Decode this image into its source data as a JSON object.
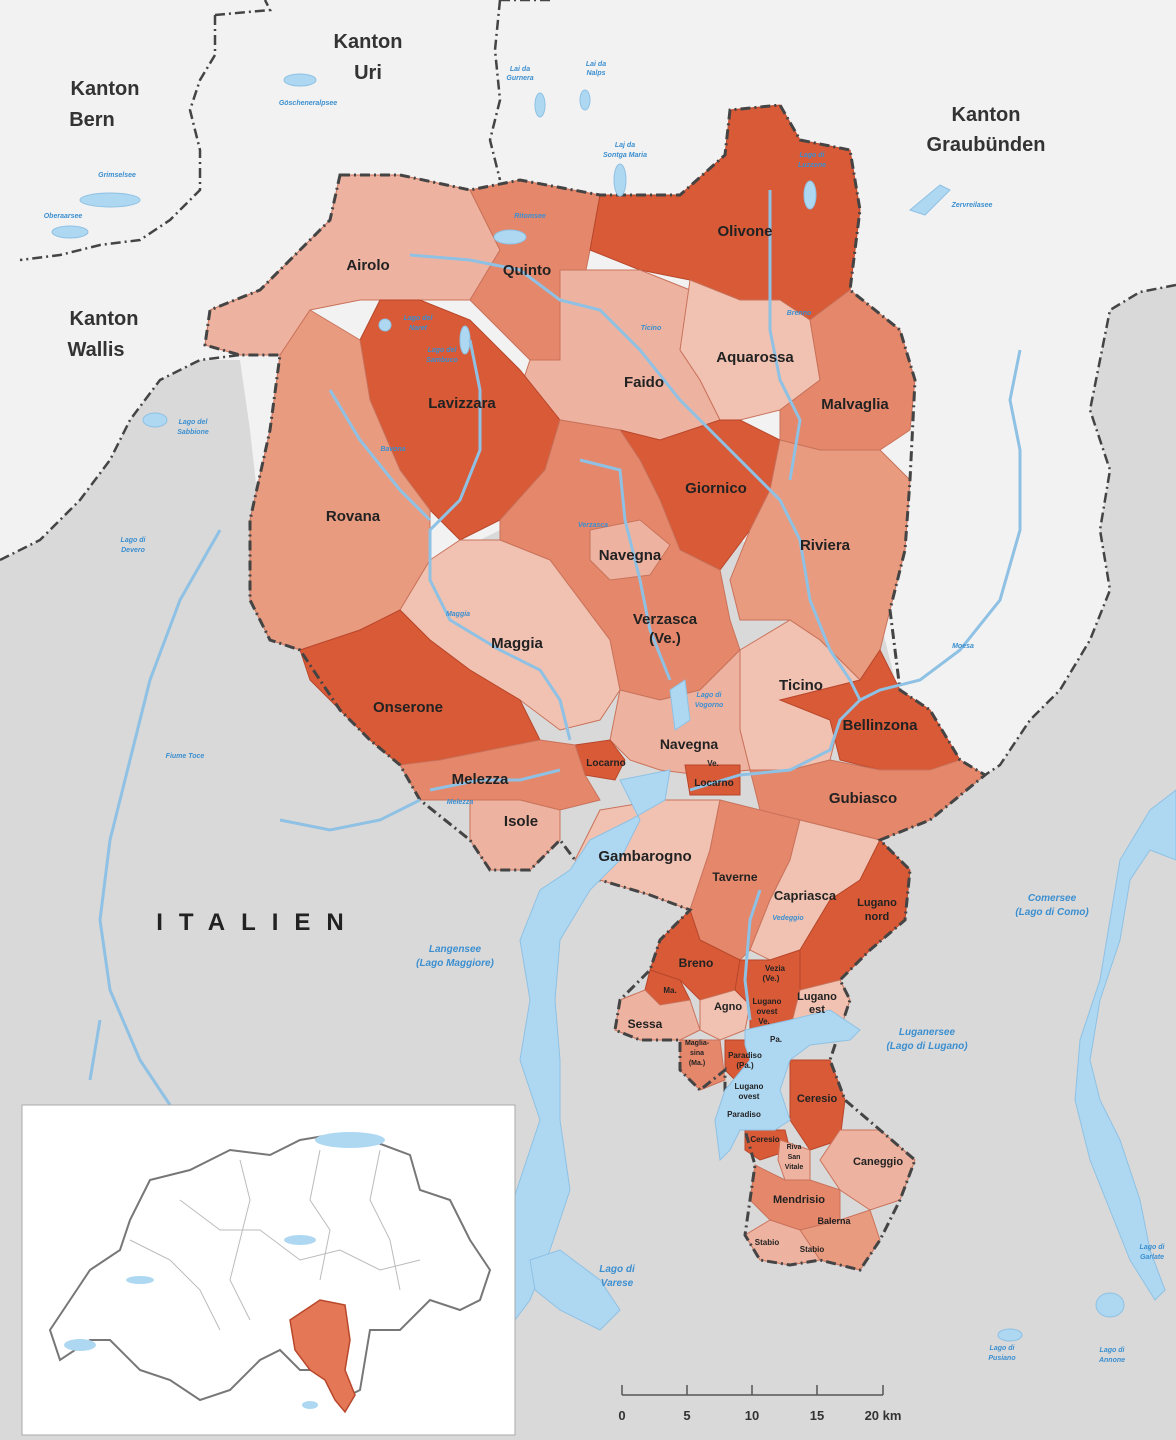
{
  "neighbors": {
    "bern": [
      "Kanton",
      "Bern"
    ],
    "uri": [
      "Kanton",
      "Uri"
    ],
    "graubuenden": [
      "Kanton",
      "Graubünden"
    ],
    "wallis": [
      "Kanton",
      "Wallis"
    ],
    "italien": "ITALIEN"
  },
  "districts": {
    "airolo": "Airolo",
    "quinto": "Quinto",
    "olivone": "Olivone",
    "aquarossa": "Aquarossa",
    "faido": "Faido",
    "malvaglia": "Malvaglia",
    "lavizzara": "Lavizzara",
    "giornico": "Giornico",
    "rovana": "Rovana",
    "riviera": "Riviera",
    "navegna_north": "Navegna",
    "verzasca_1": "Verzasca",
    "verzasca_2": "(Ve.)",
    "maggia": "Maggia",
    "ticino": "Ticino",
    "onserone": "Onserone",
    "bellinzona": "Bellinzona",
    "navegna_south": "Navegna",
    "locarno_west": "Locarno",
    "ve_small": "Ve.",
    "locarno_east": "Locarno",
    "melezza": "Melezza",
    "gubiasco": "Gubiasco",
    "isole": "Isole",
    "gambarogno": "Gambarogno",
    "taverne": "Taverne",
    "capriasca": "Capriasca",
    "lugano_nord_1": "Lugano",
    "lugano_nord_2": "nord",
    "breno": "Breno",
    "vezia_1": "Vezia",
    "vezia_2": "(Ve.)",
    "ma": "Ma.",
    "agno": "Agno",
    "lugano_ovest_a1": "Lugano",
    "lugano_ovest_a2": "ovest",
    "ve_2": "Ve.",
    "lugano_est_1": "Lugano",
    "lugano_est_2": "est",
    "sessa": "Sessa",
    "pa": "Pa.",
    "magliasina_1": "Maglia-",
    "magliasina_2": "sina",
    "magliasina_3": "(Ma.)",
    "paradiso_pa_1": "Paradiso",
    "paradiso_pa_2": "(Pa.)",
    "lugano_ovest_b1": "Lugano",
    "lugano_ovest_b2": "ovest",
    "paradiso": "Paradiso",
    "ceresio_east": "Ceresio",
    "ceresio_west": "Ceresio",
    "riva_1": "Riva",
    "riva_2": "San",
    "riva_3": "Vitale",
    "caneggio": "Caneggio",
    "mendrisio": "Mendrisio",
    "balerna": "Balerna",
    "stabio_1": "Stabio",
    "stabio_2": "Stabio"
  },
  "water": {
    "lai_gurnera": [
      "Lai da",
      "Gurnera"
    ],
    "lai_nalps": [
      "Lai da",
      "Nalps"
    ],
    "goescheneralpsee": "Göscheneralpsee",
    "laj_sontga_maria": [
      "Laj da",
      "Sontga Maria"
    ],
    "grimselsee": "Grimselsee",
    "oberaarsee": "Oberaarsee",
    "zervreilasee": "Zervreilasee",
    "ritomsee": "Ritomsee",
    "lago_luzzone": [
      "Lago di",
      "Luzzone"
    ],
    "brenno": "Brenno",
    "lago_naret": [
      "Lago del",
      "Naret"
    ],
    "lago_sambuco": [
      "Lago del",
      "Sambuco"
    ],
    "ticino_river": "Ticino",
    "lago_sabbione": [
      "Lago del",
      "Sabbione"
    ],
    "bavona": "Bavona",
    "verzasca_river": "Verzasca",
    "lago_devero": [
      "Lago di",
      "Devero"
    ],
    "maggia_river": "Maggia",
    "lago_vogorno": [
      "Lago di",
      "Vogorno"
    ],
    "moesa": "Moesa",
    "fiume_toce": "Fiume Toce",
    "melezza_river": "Melezza",
    "comersee": [
      "Comersee",
      "(Lago di Como)"
    ],
    "langensee": [
      "Langensee",
      "(Lago Maggiore)"
    ],
    "vedeggio": "Vedeggio",
    "luganersee": [
      "Luganersee",
      "(Lago di Lugano)"
    ],
    "lago_garlate": [
      "Lago di",
      "Garlate"
    ],
    "lago_varese": [
      "Lago di",
      "Varese"
    ],
    "lago_pusiano": [
      "Lago di",
      "Pusiano"
    ],
    "lago_annone": [
      "Lago di",
      "Annone"
    ]
  },
  "scale_bar": {
    "ticks": [
      "0",
      "5",
      "10",
      "15"
    ],
    "last": "20 km"
  },
  "colors": {
    "light": "#eeb3a0",
    "medium": "#e5876a",
    "dark": "#d95a37",
    "water": "#aed8f2",
    "switzerland": "#f2f2f2",
    "outside": "#d9d9d9"
  }
}
